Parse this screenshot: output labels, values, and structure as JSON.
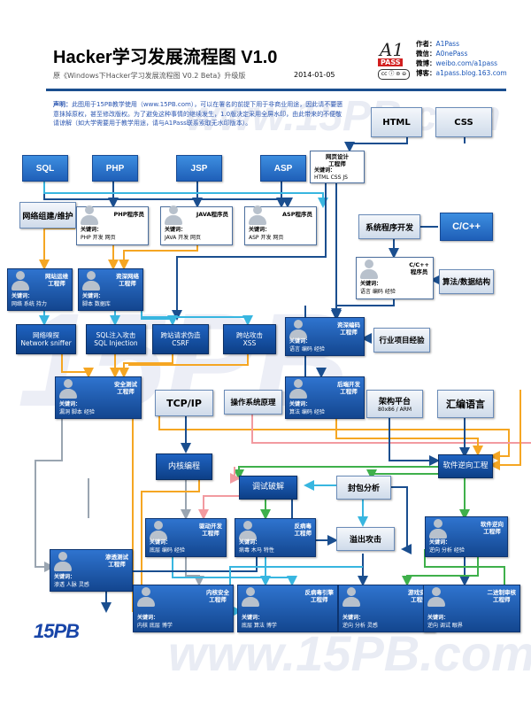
{
  "header": {
    "title": "Hacker学习发展流程图 V1.0",
    "subtitle": "原《Windows下Hacker学习发展流程图 V0.2 Beta》升级版",
    "date": "2014-01-05"
  },
  "logo": {
    "top": "A1",
    "pass": "PASS",
    "cc": "cc ⓘ ⊜ ⊖"
  },
  "contact": [
    {
      "key": "作者：",
      "value": "A1Pass"
    },
    {
      "key": "微信：",
      "value": "A0nePass"
    },
    {
      "key": "微博：",
      "value": "weibo.com/a1pass"
    },
    {
      "key": "博客：",
      "value": "a1pass.blog.163.com"
    }
  ],
  "declaration": {
    "label": "声明：",
    "text": "此图用于15PB教学使用（www.15PB.com），可以在署名的前提下用于非商业用途，因此请不要恶意抹掉原权，甚至修改版权。为了避免这种事情的继续发生，1.0版决定采用全屏水印，由此带来的不便敬请谅解（如大学需要用于教学用途，请与A1Pass联系索取无水印版本）。"
  },
  "watermark": {
    "top": "www.15PB.com",
    "center": "15PB",
    "bottom": "www.15PB.com"
  },
  "nodes": {
    "html": "HTML",
    "css": "CSS",
    "sql": "SQL",
    "php": "PHP",
    "jsp": "JSP",
    "asp": "ASP",
    "cc": "C/C++",
    "network_build": "网络组建/维护",
    "sys_dev": "系统程序开发",
    "algo": "算法/数据结构",
    "sniffer": "网络嗅探\nNetwork sniffer",
    "sqli": "SQL注入攻击\nSQL Injection",
    "csrf": "跨站请求伪造\nCSRF",
    "xss": "跨站攻击\nXSS",
    "industry": "行业项目经验",
    "tcpip": "TCP/IP",
    "os": "操作系统原理",
    "arch_label": "架构平台",
    "arch_sub": "80x86 / ARM",
    "asm": "汇编语言",
    "kernel_prog": "内核编程",
    "reverse_eng": "软件逆向工程",
    "debug_crack": "调试破解",
    "packet": "封包分析",
    "overflow": "溢出攻击"
  },
  "roles": {
    "web_design": {
      "title": "网页设计\n工程师",
      "key": "关键词：",
      "value": "HTML CSS JS"
    },
    "php_prog": {
      "title": "PHP程序员",
      "key": "关键词：",
      "value": "PHP 开发 网页"
    },
    "java_prog": {
      "title": "JAVA程序员",
      "key": "关键词：",
      "value": "JAVA 开发 网页"
    },
    "asp_prog": {
      "title": "ASP程序员",
      "key": "关键词：",
      "value": "ASP 开发 网页"
    },
    "cc_prog": {
      "title": "C/C++\n程序员",
      "key": "关键词：",
      "value": "语言 编码 经验"
    },
    "net_ops": {
      "title": "网站运维\n工程师",
      "key": "关键词：",
      "value": "网络 系统 持力"
    },
    "net_sec": {
      "title": "资深网络\n工程师",
      "key": "关键词：",
      "value": "脚本 数据库"
    },
    "senior_dev": {
      "title": "资深编码\n工程师",
      "key": "关键词：",
      "value": "语言 编码 经验"
    },
    "sec_test": {
      "title": "安全测试\n工程师",
      "key": "关键词：",
      "value": "漏洞 脚本 经验"
    },
    "backend_dev": {
      "title": "后端开发\n工程师",
      "key": "关键词：",
      "value": "算法 编码 经验"
    },
    "driver_dev": {
      "title": "驱动开发\n工程师",
      "key": "关键词：",
      "value": "底层 编码 经验"
    },
    "antivirus": {
      "title": "反病毒\n工程师",
      "key": "关键词：",
      "value": "病毒 木马 特性"
    },
    "reverse": {
      "title": "软件逆向\n工程师",
      "key": "关键词：",
      "value": "逆向 分析 经验"
    },
    "pentest": {
      "title": "渗透测试\n工程师",
      "key": "关键词：",
      "value": "渗透 人脉 灵感"
    },
    "kernel_sec": {
      "title": "内核安全\n工程师",
      "key": "关键词：",
      "value": "内核 底层 博学"
    },
    "av_engine": {
      "title": "反病毒引擎\n工程师",
      "key": "关键词：",
      "value": "底层 算法 博学"
    },
    "game_sec": {
      "title": "游戏安全\n工程师",
      "key": "关键词：",
      "value": "逆向 分析 灵感"
    },
    "binary_audit": {
      "title": "二进制审核\n工程师",
      "key": "关键词：",
      "value": "逆向 调试 眼界"
    }
  },
  "bottom_logo": "15PB",
  "colors": {
    "dark_blue": "#1a4e8f",
    "blue": "#2f74cf",
    "orange": "#f5a623",
    "green": "#3fb04b",
    "pink": "#f29aa0",
    "cyan": "#38b6e0",
    "gray": "#9aa5b1"
  }
}
